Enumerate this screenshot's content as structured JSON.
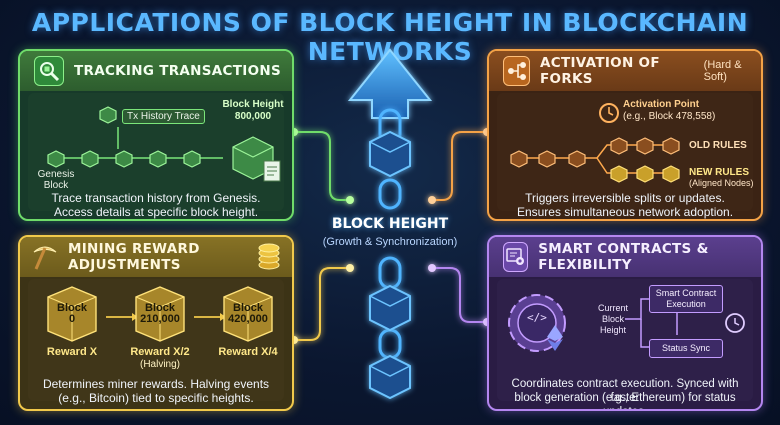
{
  "title": "APPLICATIONS OF BLOCK HEIGHT IN BLOCKCHAIN NETWORKS",
  "center": {
    "title": "BLOCK HEIGHT",
    "subtitle": "(Growth & Synchronization)"
  },
  "tracking": {
    "heading": "TRACKING TRANSACTIONS",
    "trace_label": "Tx History Trace",
    "genesis_label": "Genesis Block",
    "height_label": "Block Height",
    "height_value": "800,000",
    "desc_line1": "Trace transaction history from Genesis.",
    "desc_line2": "Access details at specific block height."
  },
  "forks": {
    "heading": "ACTIVATION OF FORKS",
    "heading_suffix": "(Hard & Soft)",
    "activation_label": "Activation Point",
    "activation_example": "(e.g., Block 478,558)",
    "old_rules": "OLD RULES",
    "new_rules": "NEW RULES",
    "new_rules_sub": "(Aligned Nodes)",
    "desc_line1": "Triggers irreversible splits or updates.",
    "desc_line2": "Ensures simultaneous network adoption."
  },
  "mining": {
    "heading": "MINING REWARD ADJUSTMENTS",
    "blocks": [
      {
        "word": "Block",
        "num": "0",
        "reward": "Reward X",
        "note": ""
      },
      {
        "word": "Block",
        "num": "210,000",
        "reward": "Reward X/2",
        "note": "(Halving)"
      },
      {
        "word": "Block",
        "num": "420,000",
        "reward": "Reward X/4",
        "note": ""
      }
    ],
    "desc_line1": "Determines miner rewards. Halving events",
    "desc_line2": "(e.g., Bitcoin) tied to specific heights."
  },
  "contracts": {
    "heading": "SMART CONTRACTS & FLEXIBILITY",
    "current_label": "Current Block Height",
    "execution_label": "Smart Contract Execution",
    "sync_label": "Status Sync",
    "desc_line1": "Coordinates contract execution. Synced with faster",
    "desc_line2": "block generation (e.g., Ethereum) for status updates."
  },
  "colors": {
    "green": "#6fdc6a",
    "orange": "#f4a246",
    "yellow": "#f1c94b",
    "purple": "#b486f0",
    "blue": "#4fb4ff"
  },
  "icons": {
    "tracking": "magnifier-cube-icon",
    "forks": "fork-tree-icon",
    "mining": "pickaxe-icon",
    "coins": "coin-stack-icon",
    "contracts": "gear-code-icon",
    "ethereum": "ethereum-icon",
    "clock": "clock-icon",
    "document": "ledger-document-icon"
  }
}
